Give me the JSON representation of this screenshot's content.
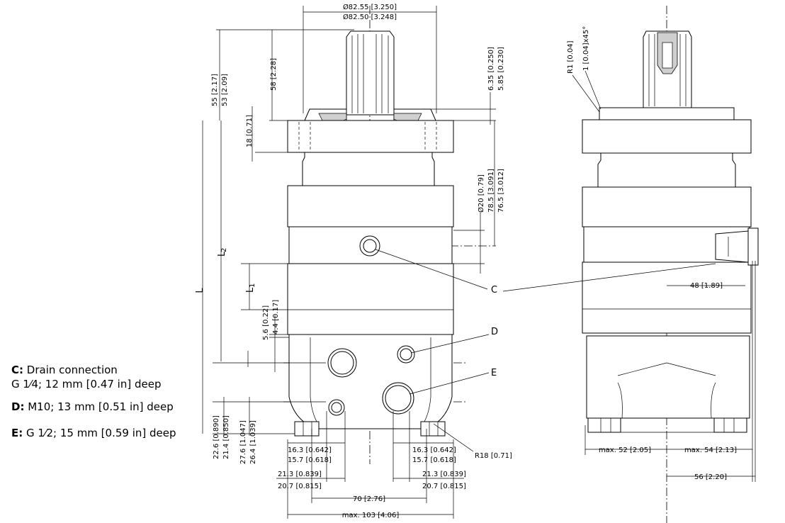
{
  "legend": {
    "c_key": "C:",
    "c_line1": "Drain connection",
    "c_line2": "G 1⁄4; 12 mm [0.47 in] deep",
    "d_key": "D:",
    "d_text": "M10; 13 mm [0.51 in] deep",
    "e_key": "E:",
    "e_text": "G 1⁄2; 15 mm [0.59 in] deep"
  },
  "dims": {
    "dia_top_1": "Ø82.55 [3.250]",
    "dia_top_2": "Ø82.50 [3.248]",
    "d55": "55 [2.17]",
    "d53": "53 [2.09]",
    "d58": "58 [2.28]",
    "d635": "6.35 [0.250]",
    "d585": "5.85 [0.230]",
    "d18": "18 [0.71]",
    "dia20": "Ø20 [0.79]",
    "d785": "78.5 [3.091]",
    "d765": "76.5 [3.012]",
    "d56": "5.6 [0.22]",
    "d44": "4.4 [0.17]",
    "d226": "22.6 [0.890]",
    "d214": "21.4 [0.850]",
    "d276": "27.6 [1.047]",
    "d264": "26.4 [1.039]",
    "d163l": "16.3 [0.642]",
    "d157l": "15.7 [0.618]",
    "d213l": "21.3 [0.839]",
    "d207l": "20.7 [0.815]",
    "d163r": "16.3 [0.642]",
    "d157r": "15.7 [0.618]",
    "d213r": "21.3 [0.839]",
    "d207r": "20.7 [0.815]",
    "d70": "70 [2.76]",
    "max103": "max. 103 [4.06]",
    "r18": "R18 [0.71]",
    "r1": "R1 [0.04]",
    "chamfer": "1 [0.04]x45°",
    "d48": "48 [1.89]",
    "max52": "max. 52 [2.05]",
    "max54": "max. 54 [2.13]",
    "d56r": "56 [2.20]"
  },
  "labels": {
    "L": "L",
    "L2": "L",
    "L2_sub": "2",
    "L1": "L",
    "L1_sub": "1",
    "C": "C",
    "D": "D",
    "E": "E"
  }
}
